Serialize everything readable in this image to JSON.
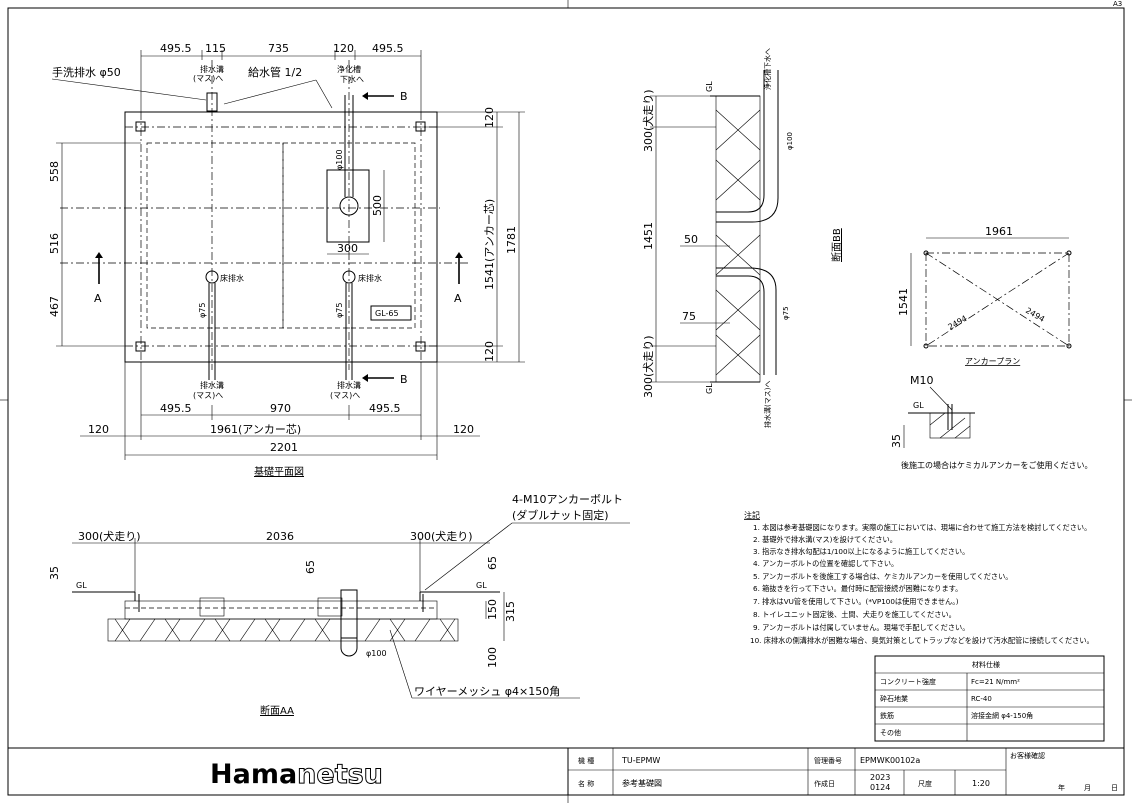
{
  "sheet_size": "A3",
  "plan": {
    "top_dims": [
      "495.5",
      "115",
      "735",
      "120",
      "495.5"
    ],
    "labels": {
      "hand_wash": "手洗排水 φ50",
      "drain_ditch": "排水溝",
      "mass_to": "(マス)へ",
      "water_supply": "給水管 1/2",
      "septic": "浄化槽",
      "to_sewer": "下水へ",
      "section_b": "B",
      "section_a": "A",
      "floor_drain": "床排水",
      "gl65": "GL-65",
      "phi100": "φ100",
      "phi75": "φ75"
    },
    "left_dims": [
      "558",
      "516",
      "467"
    ],
    "right_dims": [
      "120",
      "1541(アンカー芯)",
      "1781",
      "120"
    ],
    "inner_dims": [
      "500",
      "300"
    ],
    "bottom_dims": [
      "495.5",
      "970",
      "495.5"
    ],
    "bottom_total": "1961(アンカー芯)",
    "side_120": "120",
    "overall": "2201",
    "title": "基礎平面図"
  },
  "section_bb": {
    "title": "断面BB",
    "dims": [
      "300(犬走り)",
      "1451",
      "300(犬走り)",
      "50",
      "75"
    ],
    "labels": [
      "GL",
      "GL",
      "浄化槽下水へ",
      "φ100",
      "φ75",
      "排水溝(マス)へ"
    ]
  },
  "anchor_plan": {
    "title": "アンカープラン",
    "width": "1961",
    "height": "1541",
    "diag1": "2494",
    "diag2": "2494"
  },
  "anchor_detail": {
    "bolt": "M10",
    "gl": "GL",
    "depth": "35",
    "note": "後施工の場合はケミカルアンカーをご使用ください。"
  },
  "section_aa": {
    "title": "断面AA",
    "callout1": "4-M10アンカーボルト",
    "callout2": "(ダブルナット固定)",
    "dims": [
      "300(犬走り)",
      "2036",
      "300(犬走り)"
    ],
    "left_35": "35",
    "d65a": "65",
    "d65b": "65",
    "d150": "150",
    "d315": "315",
    "d100": "100",
    "gl": "GL",
    "phi100": "φ100",
    "mesh": "ワイヤーメッシュ φ4×150角"
  },
  "notes": {
    "heading": "注記",
    "items": [
      "1. 本図は参考基礎図になります。実際の施工においては、現場に合わせて施工方法を検討してください。",
      "2. 基礎外で排水溝(マス)を設けてください。",
      "3. 指示なき排水勾配は1/100以上になるように施工してください。",
      "4. アンカーボルトの位置を確認して下さい。",
      "5. アンカーボルトを後施工する場合は、ケミカルアンカーを使用してください。",
      "6. 箱抜きを行って下さい。最付時に配管接続が困難になります。",
      "7. 排水はVU管を使用して下さい。(*VP100は使用できません。)",
      "8. トイレユニット固定後、土間、犬走りを施工してください。",
      "9. アンカーボルトは付属していません。現場で手配してください。",
      "10. 床排水の側溝排水が困難な場合、臭気対策としてトラップなどを設けて汚水配管に接続してください。"
    ]
  },
  "materials": {
    "header": "材料仕様",
    "rows": [
      {
        "k": "コンクリート強度",
        "v": "Fc=21 N/mm²"
      },
      {
        "k": "砕石地業",
        "v": "RC-40"
      },
      {
        "k": "鉄筋",
        "v": "溶接金網 φ4-150角"
      },
      {
        "k": "その他",
        "v": ""
      }
    ]
  },
  "titleblock": {
    "logo_a": "Hama",
    "logo_b": "netsu",
    "model_label": "機 種",
    "model": "TU-EPMW",
    "name_label": "名 称",
    "name": "参考基礎図",
    "mgmt_label": "管理番号",
    "mgmt": "EPMWK00102a",
    "date_label": "作成日",
    "date_y": "2023",
    "date_md": "0124",
    "scale_label": "尺度",
    "scale": "1:20",
    "confirm": "お客様確認",
    "year": "年",
    "month": "月",
    "day": "日"
  }
}
